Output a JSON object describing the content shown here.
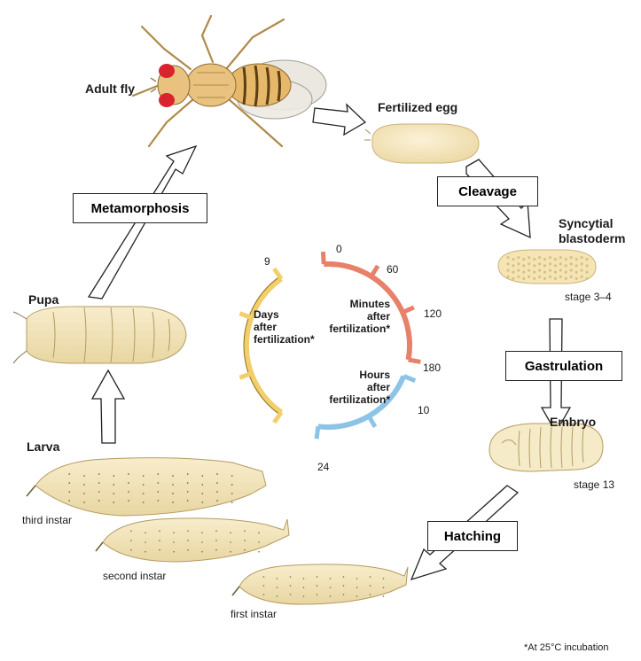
{
  "stages": {
    "adult_fly": "Adult fly",
    "fertilized_egg": "Fertilized egg",
    "syncytial_line1": "Syncytial",
    "syncytial_line2": "blastoderm",
    "stage_3_4": "stage 3–4",
    "embryo": "Embryo",
    "stage_13": "stage 13",
    "pupa": "Pupa",
    "larva": "Larva",
    "third_instar": "third instar",
    "second_instar": "second instar",
    "first_instar": "first instar"
  },
  "processes": {
    "metamorphosis": "Metamorphosis",
    "cleavage": "Cleavage",
    "gastrulation": "Gastrulation",
    "hatching": "Hatching"
  },
  "timeline": {
    "days": {
      "line1": "Days",
      "line2": "after",
      "line3": "fertilization*",
      "tick_9": "9",
      "color": "#f2cf6b"
    },
    "minutes": {
      "line1": "Minutes",
      "line2": "after",
      "line3": "fertilization*",
      "tick_0": "0",
      "tick_60": "60",
      "tick_120": "120",
      "tick_180": "180",
      "color": "#e8806a"
    },
    "hours": {
      "line1": "Hours",
      "line2": "after",
      "line3": "fertilization*",
      "tick_10": "10",
      "tick_24": "24",
      "color": "#8cc3e6"
    }
  },
  "footnote": "*At 25°C incubation"
}
